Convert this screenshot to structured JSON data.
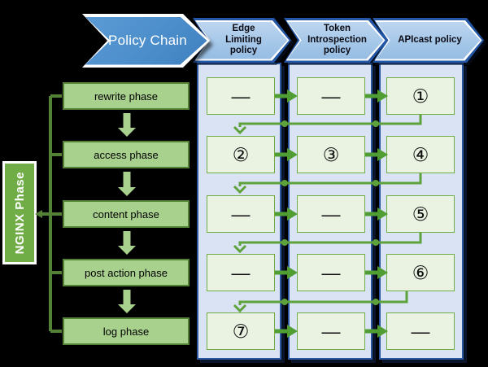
{
  "policy_chain": {
    "label": "Policy Chain"
  },
  "nginx": {
    "label": "NGINX Phase"
  },
  "columns": [
    {
      "label": "Edge Limiting policy"
    },
    {
      "label": "Token Introspection policy"
    },
    {
      "label": "APIcast policy"
    }
  ],
  "phases": [
    {
      "label": "rewrite phase"
    },
    {
      "label": "access phase"
    },
    {
      "label": "content phase"
    },
    {
      "label": "post action phase"
    },
    {
      "label": "log phase"
    }
  ],
  "grid": {
    "rows": [
      {
        "phase": "rewrite phase",
        "cells": [
          "—",
          "—",
          "①"
        ]
      },
      {
        "phase": "access phase",
        "cells": [
          "②",
          "③",
          "④"
        ]
      },
      {
        "phase": "content phase",
        "cells": [
          "—",
          "—",
          "⑤"
        ]
      },
      {
        "phase": "post action phase",
        "cells": [
          "—",
          "—",
          "⑥"
        ]
      },
      {
        "phase": "log phase",
        "cells": [
          "⑦",
          "—",
          "—"
        ]
      }
    ]
  },
  "colors": {
    "policy_arrow_blue": "#4c8ecb",
    "header_fill": "#a3c6e8",
    "header_border": "#2457a5",
    "band_fill": "#dae3f3",
    "band_border": "#2b579f",
    "cell_fill": "#eaf2e2",
    "cell_border": "#70ad47",
    "phase_fill": "#a9d18e",
    "phase_border": "#538135",
    "nginx_fill": "#70ad47",
    "flow_arrow_green": "#4f9d33",
    "connector_green": "#5ea23c",
    "bracket_green": "#538135"
  }
}
